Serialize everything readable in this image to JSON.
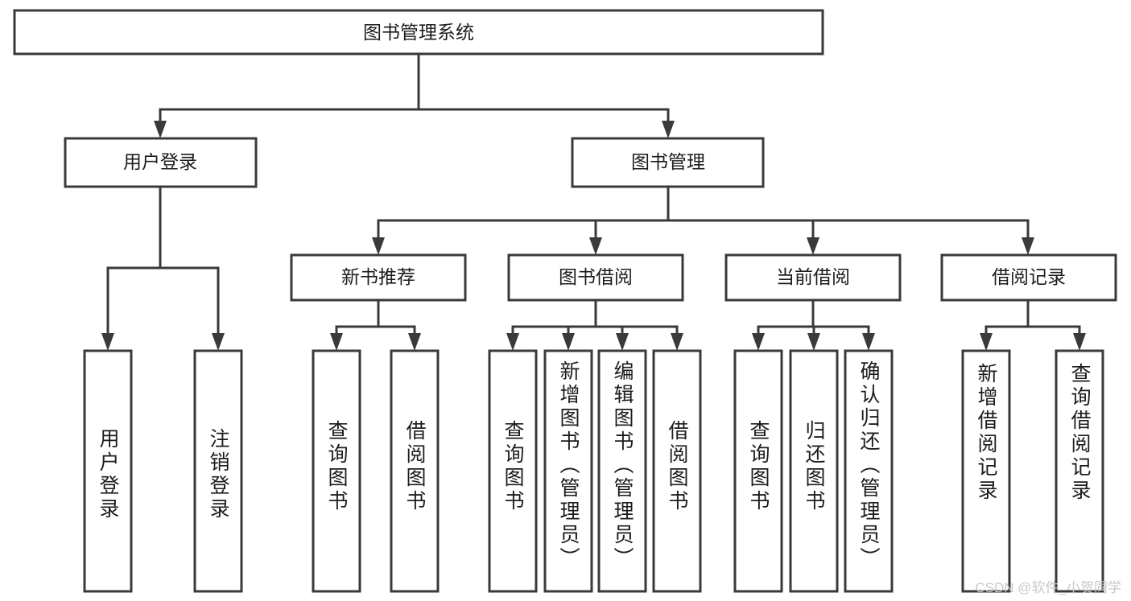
{
  "diagram": {
    "type": "tree",
    "title": "图书管理系统",
    "watermark": "CSDN @软件_小贺同学",
    "colors": {
      "box_stroke": "#3a3a3a",
      "box_fill": "#ffffff",
      "text": "#1c1c1c",
      "edge": "#3a3a3a",
      "watermark": "#c9c9c9",
      "background": "#ffffff"
    },
    "root": {
      "label": "图书管理系统"
    },
    "level2": [
      {
        "label": "用户登录"
      },
      {
        "label": "图书管理"
      }
    ],
    "level3": [
      {
        "label": "新书推荐"
      },
      {
        "label": "图书借阅"
      },
      {
        "label": "当前借阅"
      },
      {
        "label": "借阅记录"
      }
    ],
    "leaves": {
      "user_login": [
        {
          "label": "用户登录"
        },
        {
          "label": "注销登录"
        }
      ],
      "new_book_recommend": [
        {
          "label": "查询图书"
        },
        {
          "label": "借阅图书"
        }
      ],
      "book_borrow": [
        {
          "label": "查询图书"
        },
        {
          "label": "新增图书（管理员）"
        },
        {
          "label": "编辑图书（管理员）"
        },
        {
          "label": "借阅图书"
        }
      ],
      "current_borrow": [
        {
          "label": "查询图书"
        },
        {
          "label": "归还图书"
        },
        {
          "label": "确认归还（管理员）"
        }
      ],
      "borrow_record": [
        {
          "label": "新增借阅记录"
        },
        {
          "label": "查询借阅记录"
        }
      ]
    }
  }
}
